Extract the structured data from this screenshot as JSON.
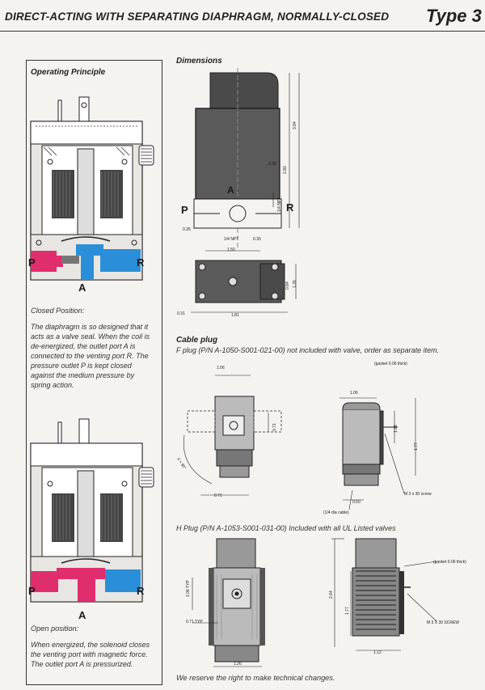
{
  "header": {
    "title": "DIRECT-ACTING WITH SEPARATING DIAPHRAGM, NORMALLY-CLOSED",
    "type_label": "Type 3"
  },
  "operating_principle": {
    "heading": "Operating Principle",
    "port_p": "P",
    "port_r": "R",
    "port_a": "A",
    "closed": {
      "title": "Closed Position:",
      "text": "The diaphragm is so designed that it acts as a valve seal. When the coil is de-energized, the outlet port A is connected to the venting port R. The pressure outlet P is kept closed against the medium pressure by spring action."
    },
    "open": {
      "title": "Open position:",
      "text": "When energized, the solenoid closes the venting port with magnetic force. The outlet port A is pressurized."
    }
  },
  "dimensions": {
    "heading": "Dimensions",
    "port_a": "A",
    "port_p": "P",
    "port_r": "R",
    "labels": {
      "d384": "3.84",
      "d280": "2.80",
      "d035a": "0.35",
      "npt_side": "1/4 NPT",
      "npt_bottom": "1/4 NPT",
      "d035b": "0.35",
      "d035c": "0.35",
      "d150": "1.50",
      "d084": "0.84",
      "d126": "1.26",
      "d031": "0.31",
      "d181": "1.81"
    }
  },
  "cable_plug": {
    "heading": "Cable plug",
    "f_plug_text": "F plug (P/N A-1050-S001-021-00) not included with valve, order as separate item.",
    "labels": {
      "d106a": "1.06",
      "d071a": "0.71",
      "d071b": "0.71",
      "angle": "4 × 90°",
      "gasket1": "(gasket 0.06 thick)",
      "d106b": "1.06",
      "d108": "1.08",
      "d177a": "1.77",
      "screw1": "M 3 x 30 screw",
      "d050": "0.50",
      "cable": "(1/4 dia cable)"
    },
    "h_plug_text": "H Plug (P/N A-1053-S001-031-00) Included with all UL Listed valves",
    "h_labels": {
      "typ106": "1.06 TYP",
      "typ071": "0.71 TYP",
      "d126": "1.26",
      "d264": "2.64",
      "d177": "1.77",
      "gasket2": "(gasket 0.06 thick)",
      "screw2": "M 3 X 30 SCREW",
      "d112": "1.12"
    }
  },
  "footer": {
    "note": "We reserve the right to make technical changes."
  }
}
